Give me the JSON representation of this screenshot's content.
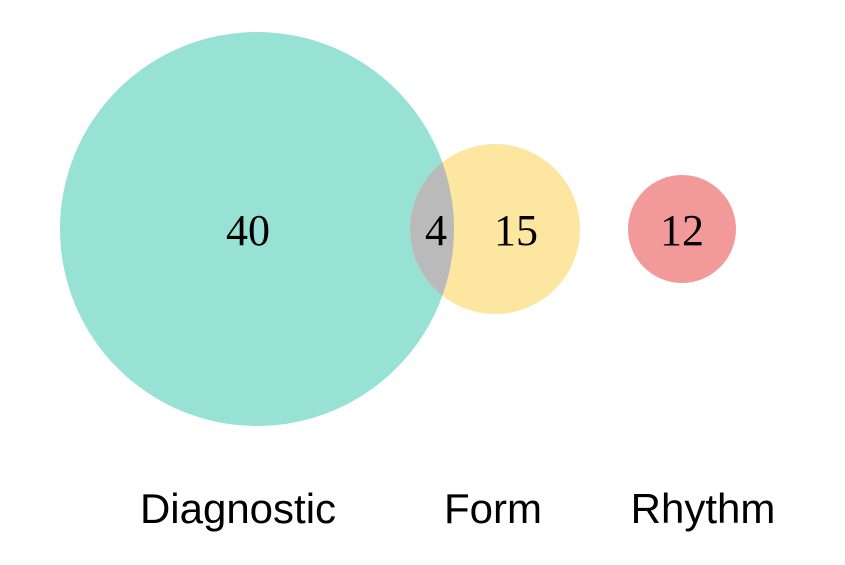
{
  "diagram": {
    "type": "venn",
    "sets": [
      {
        "id": "diagnostic",
        "label": "Diagnostic",
        "only_count": "40",
        "color": "#97e2d4"
      },
      {
        "id": "form",
        "label": "Form",
        "only_count": "15",
        "color": "#fde69f"
      },
      {
        "id": "rhythm",
        "label": "Rhythm",
        "only_count": "12",
        "color": "#f29999"
      }
    ],
    "overlaps": [
      {
        "sets": [
          "diagnostic",
          "form"
        ],
        "count": "4",
        "color": "#bababa"
      }
    ]
  }
}
